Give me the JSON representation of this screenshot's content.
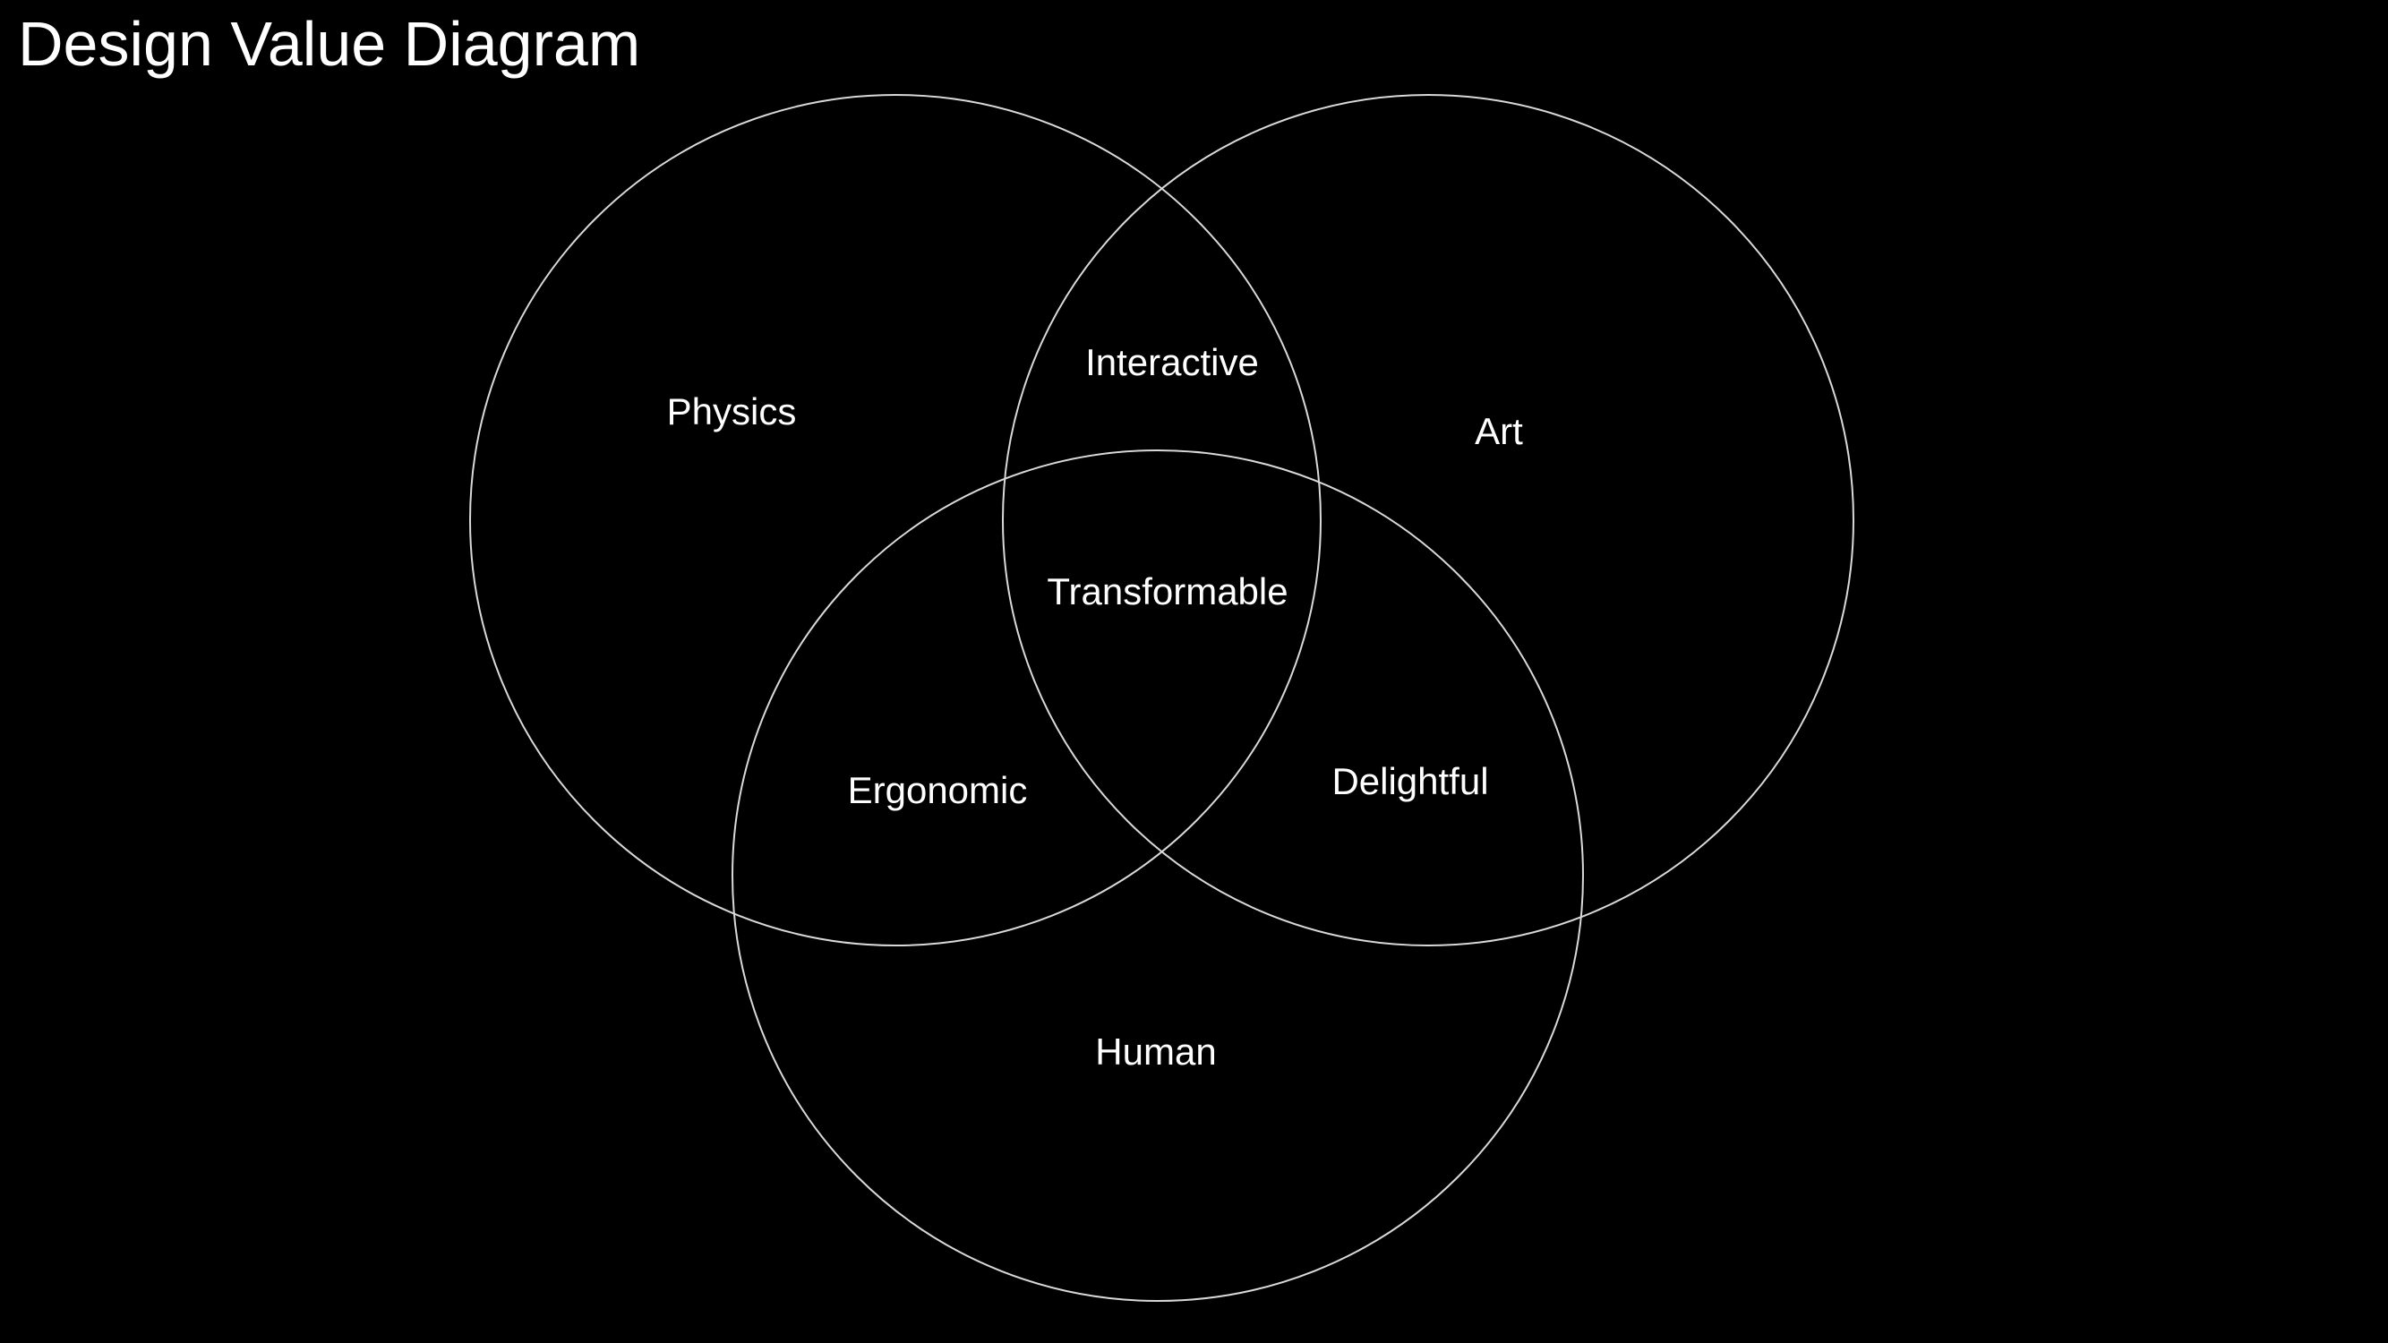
{
  "title": "Design Value Diagram",
  "colors": {
    "background": "#000000",
    "text": "#ffffff",
    "circle_stroke": "#d9d9d9"
  },
  "circles": {
    "physics": "Physics",
    "art": "Art",
    "human": "Human"
  },
  "intersections": {
    "physics_art": "Interactive",
    "physics_human": "Ergonomic",
    "art_human": "Delightful",
    "all_three": "Transformable"
  }
}
